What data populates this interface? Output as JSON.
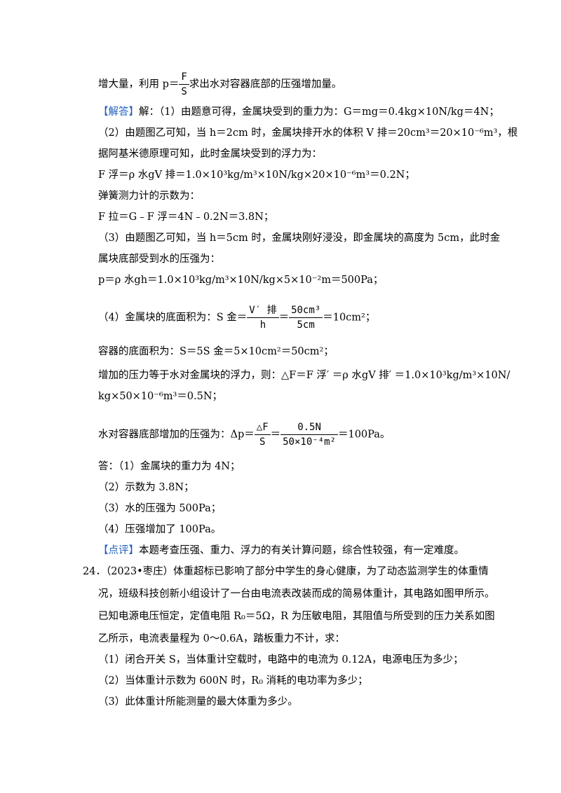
{
  "l01": {
    "pre": "增大量，利用 p＝",
    "num": "F",
    "den": "S",
    "post": "求出水对容器底部的压强增加量。"
  },
  "l02": {
    "tag": "【解答】",
    "text": "解：（1）由题意可得，金属块受到的重力为：G＝mg＝0.4kg×10N/kg＝4N；"
  },
  "l03": "（2）由题图乙可知，当 h＝2cm 时，金属块排开水的体积 V 排＝20cm³＝20×10⁻⁶m³，根",
  "l04": "据阿基米德原理可知，此时金属块受到的浮力为：",
  "l05": "F 浮＝ρ 水gV 排＝1.0×10³kg/m³×10N/kg×20×10⁻⁶m³＝0.2N；",
  "l06": "弹簧测力计的示数为：",
  "l07": "F 拉＝G﹣F 浮＝4N﹣0.2N＝3.8N；",
  "l08": "（3）由题图乙可知，当 h＝5cm 时，金属块刚好浸没，即金属块的高度为 5cm，此时金",
  "l09": "属块底部受到水的压强为：",
  "l10": "p＝ρ 水gh＝1.0×10³kg/m³×10N/kg×5×10⁻²m＝500Pa；",
  "l11": {
    "pre": "（4）金属块的底面积为：S 金＝",
    "num1": "V′ 排",
    "den1": "h",
    "eq": "＝",
    "num2": "50cm³",
    "den2": "5cm",
    "post": "＝10cm²；"
  },
  "l12": "容器的底面积为：S＝5S 金＝5×10cm²＝50cm²；",
  "l13": "增加的压力等于水对金属块的浮力，则：△F＝F 浮′ ＝ρ 水gV 排′ ＝1.0×10³kg/m³×10N/",
  "l14": "kg×50×10⁻⁶m³＝0.5N；",
  "l15": {
    "pre": "水对容器底部增加的压强为：Δp＝",
    "num1": "△F",
    "den1": "S",
    "eq": "＝",
    "num2": "0.5N",
    "den2": "50×10⁻⁴m²",
    "post": "＝100Pa。"
  },
  "l16": "答：（1）金属块的重力为 4N；",
  "l17": "（2）示数为 3.8N；",
  "l18": "（3）水的压强为 500Pa；",
  "l19": "（4）压强增加了 100Pa。",
  "l20": {
    "tag": "【点评】",
    "text": "本题考查压强、重力、浮力的有关计算问题，综合性较强，有一定难度。"
  },
  "q24": {
    "num": "24．",
    "l1": "（2023•枣庄）体重超标已影响了部分中学生的身心健康，为了动态监测学生的体重情",
    "l2": "况，班级科技创新小组设计了一台由电流表改装而成的简易体重计，其电路如图甲所示。",
    "l3": "已知电源电压恒定，定值电阻 R₀＝5Ω，R 为压敏电阻，其阻值与所受到的压力关系如图",
    "l4": "乙所示，电流表量程为 0～0.6A，踏板重力不计，求：",
    "l5": "（1）闭合开关 S，当体重计空载时，电路中的电流为 0.12A，电源电压为多少；",
    "l6": "（2）当体重计示数为 600N 时，R₀ 消耗的电功率为多少；",
    "l7": "（3）此体重计所能测量的最大体重为多少。"
  }
}
